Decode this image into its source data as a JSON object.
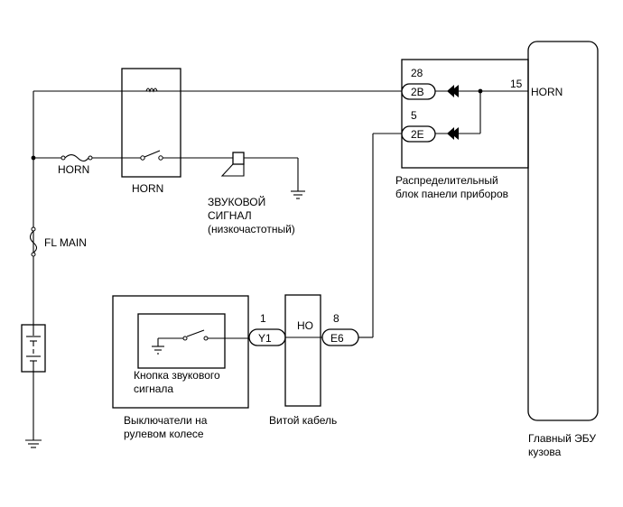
{
  "labels": {
    "fuse_horn": "HORN",
    "relay_horn": "HORN",
    "fuse_fl_main": "FL MAIN",
    "horn_line1": "ЗВУКОВОЙ",
    "horn_line2": "СИГНАЛ",
    "horn_line3": "(низкочастотный)",
    "junction_line1": "Распределительный",
    "junction_line2": "блок панели приборов",
    "ecu_line1": "Главный ЭБУ",
    "ecu_line2": "кузова",
    "ecu_pin_name": "HORN",
    "ecu_pin_num": "15",
    "switch_line1": "Кнопка звукового",
    "switch_line2": "сигнала",
    "wheel_sw_line1": "Выключатели на",
    "wheel_sw_line2": "рулевом колесе",
    "spiral_cable": "Витой кабель",
    "spiral_pin": "HO"
  },
  "connectors": [
    {
      "id": "2B",
      "pin": "28"
    },
    {
      "id": "2E",
      "pin": "5"
    },
    {
      "id": "Y1",
      "pin": "1"
    },
    {
      "id": "E6",
      "pin": "8"
    }
  ]
}
